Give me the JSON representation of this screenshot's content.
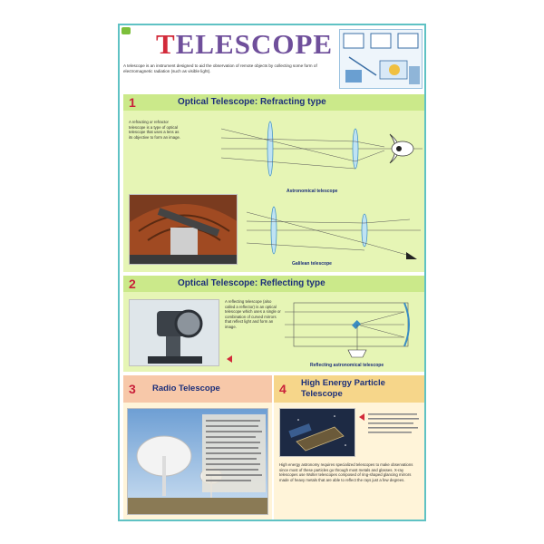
{
  "title_first": "T",
  "title_rest": "ELESCOPE",
  "intro": "A telescope is an instrument designed to aid the observation of remote objects by collecting some form of electromagnetic radiation (such as visible light).",
  "sections": [
    {
      "number": "1",
      "title": "Optical Telescope: Refracting type",
      "body": "A refracting or refractor telescope is a type of optical telescope that uses a lens as its objective to form an image.",
      "figure_caption_1": "Astronomical telescope",
      "figure_caption_2": "Galilean telescope"
    },
    {
      "number": "2",
      "title": "Optical Telescope: Reflecting type",
      "body": "A reflecting telescope (also called a reflector) is an optical telescope which uses a single or combination of curved mirrors that reflect light and form an image.",
      "figure_caption": "Reflecting astronomical telescope"
    }
  ],
  "bottom": [
    {
      "number": "3",
      "title": "Radio Telescope"
    },
    {
      "number": "4",
      "title_line1": "High Energy Particle",
      "title_line2": "Telescope",
      "body": "High energy astronomy requires specialized telescopes to make observations since most of these particles go through most metals and glasses. X-ray telescopes use Wolter telescopes composed of ring-shaped glancing mirrors made of heavy metals that are able to reflect the rays just a few degrees."
    }
  ],
  "colors": {
    "border": "#5fc2c4",
    "section_bg": "#e6f5b5",
    "section_header": "#cbe98a",
    "number_red": "#c9203a",
    "heading_navy": "#1c2f7a",
    "title_purple": "#6f4f9b",
    "bottom_bg": "#fff4d9",
    "radio_header": "#f7c8a9",
    "particle_header": "#f6d68a"
  }
}
